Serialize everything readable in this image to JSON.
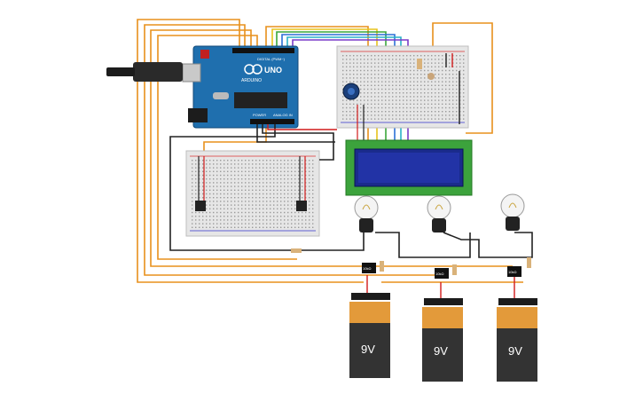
{
  "arduino": {
    "brand": "UNO",
    "sub": "ARDUINO",
    "digital_label": "DIGITAL (PWM~)",
    "power_label": "POWER",
    "analog_label": "ANALOG IN"
  },
  "batteries": [
    {
      "label": "9V"
    },
    {
      "label": "9V"
    },
    {
      "label": "9V"
    }
  ],
  "relays": [
    {
      "label": "10kΩ"
    },
    {
      "label": "10kΩ"
    },
    {
      "label": "10kΩ"
    }
  ],
  "colors": {
    "wire_orange": "#e8901c",
    "wire_black": "#222222",
    "wire_red": "#d11b1b",
    "board_blue": "#1f6fae",
    "lcd_green": "#3ca33c",
    "lcd_screen": "#1a2b8c",
    "battery_top": "#e39a3a",
    "battery_body": "#333333"
  }
}
